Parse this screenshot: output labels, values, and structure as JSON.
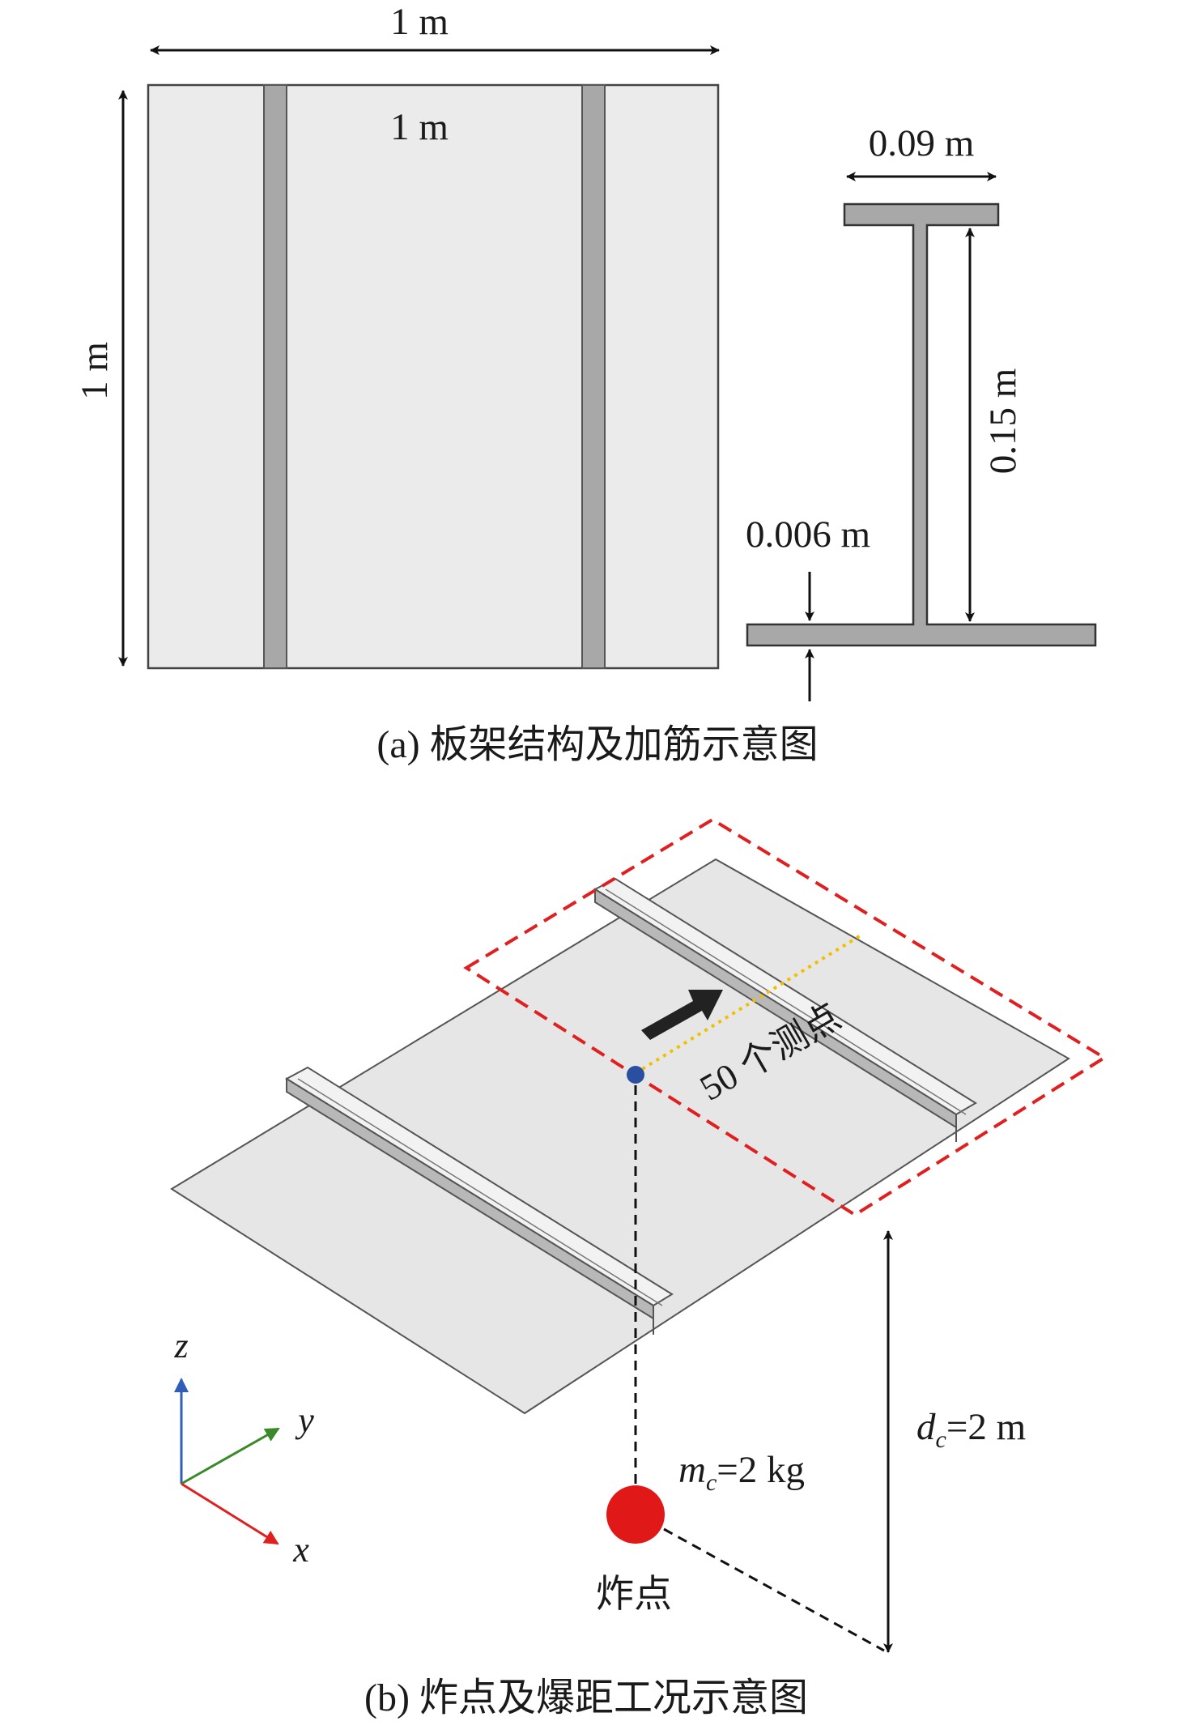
{
  "panel_a": {
    "caption": "(a) 板架结构及加筋示意图",
    "dim_top_width": "1 m",
    "dim_inner_width": "1 m",
    "dim_left_height": "1 m",
    "beam_flange_width": "0.09 m",
    "beam_height": "0.15 m",
    "beam_thickness": "0.006 m"
  },
  "panel_b": {
    "caption": "(b) 炸点及爆距工况示意图",
    "measure_points_label": "50 个测点",
    "charge_mass": {
      "symbol": "m",
      "subscript": "c",
      "value": "=2 kg"
    },
    "standoff_distance": {
      "symbol": "d",
      "subscript": "c",
      "value": "=2 m"
    },
    "explosion_point_label": "炸点",
    "axes": {
      "z": "z",
      "y": "y",
      "x": "x"
    }
  },
  "colors": {
    "plate_fill": "#ebebeb",
    "stiffener_fill": "#a8a8a8",
    "region_outline": "#e02020",
    "charge": "#e01818",
    "measure_line": "#f0c000",
    "center_point": "#2a4fa0",
    "axis_z": "#2f5db8",
    "axis_y": "#3a8a2a",
    "axis_x": "#e02020"
  }
}
